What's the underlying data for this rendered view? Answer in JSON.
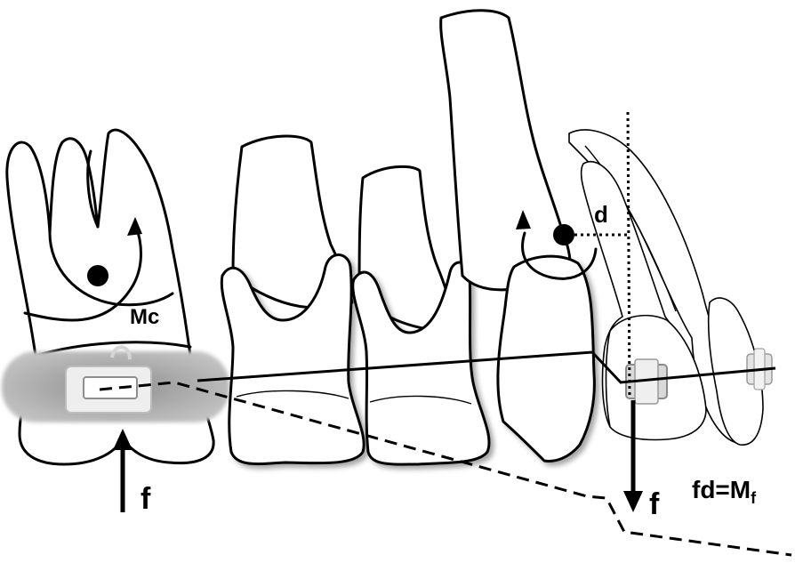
{
  "labels": {
    "moment_couple": "Mc",
    "distance": "d",
    "force_left": "f",
    "force_right": "f",
    "equation_main": "fd=M",
    "equation_sub": "f"
  },
  "colors": {
    "tooth_stroke": "#000000",
    "tooth_fill": "#ffffff",
    "band_fill": "#a9a9a9",
    "bracket_fill": "#e6e6e6"
  }
}
